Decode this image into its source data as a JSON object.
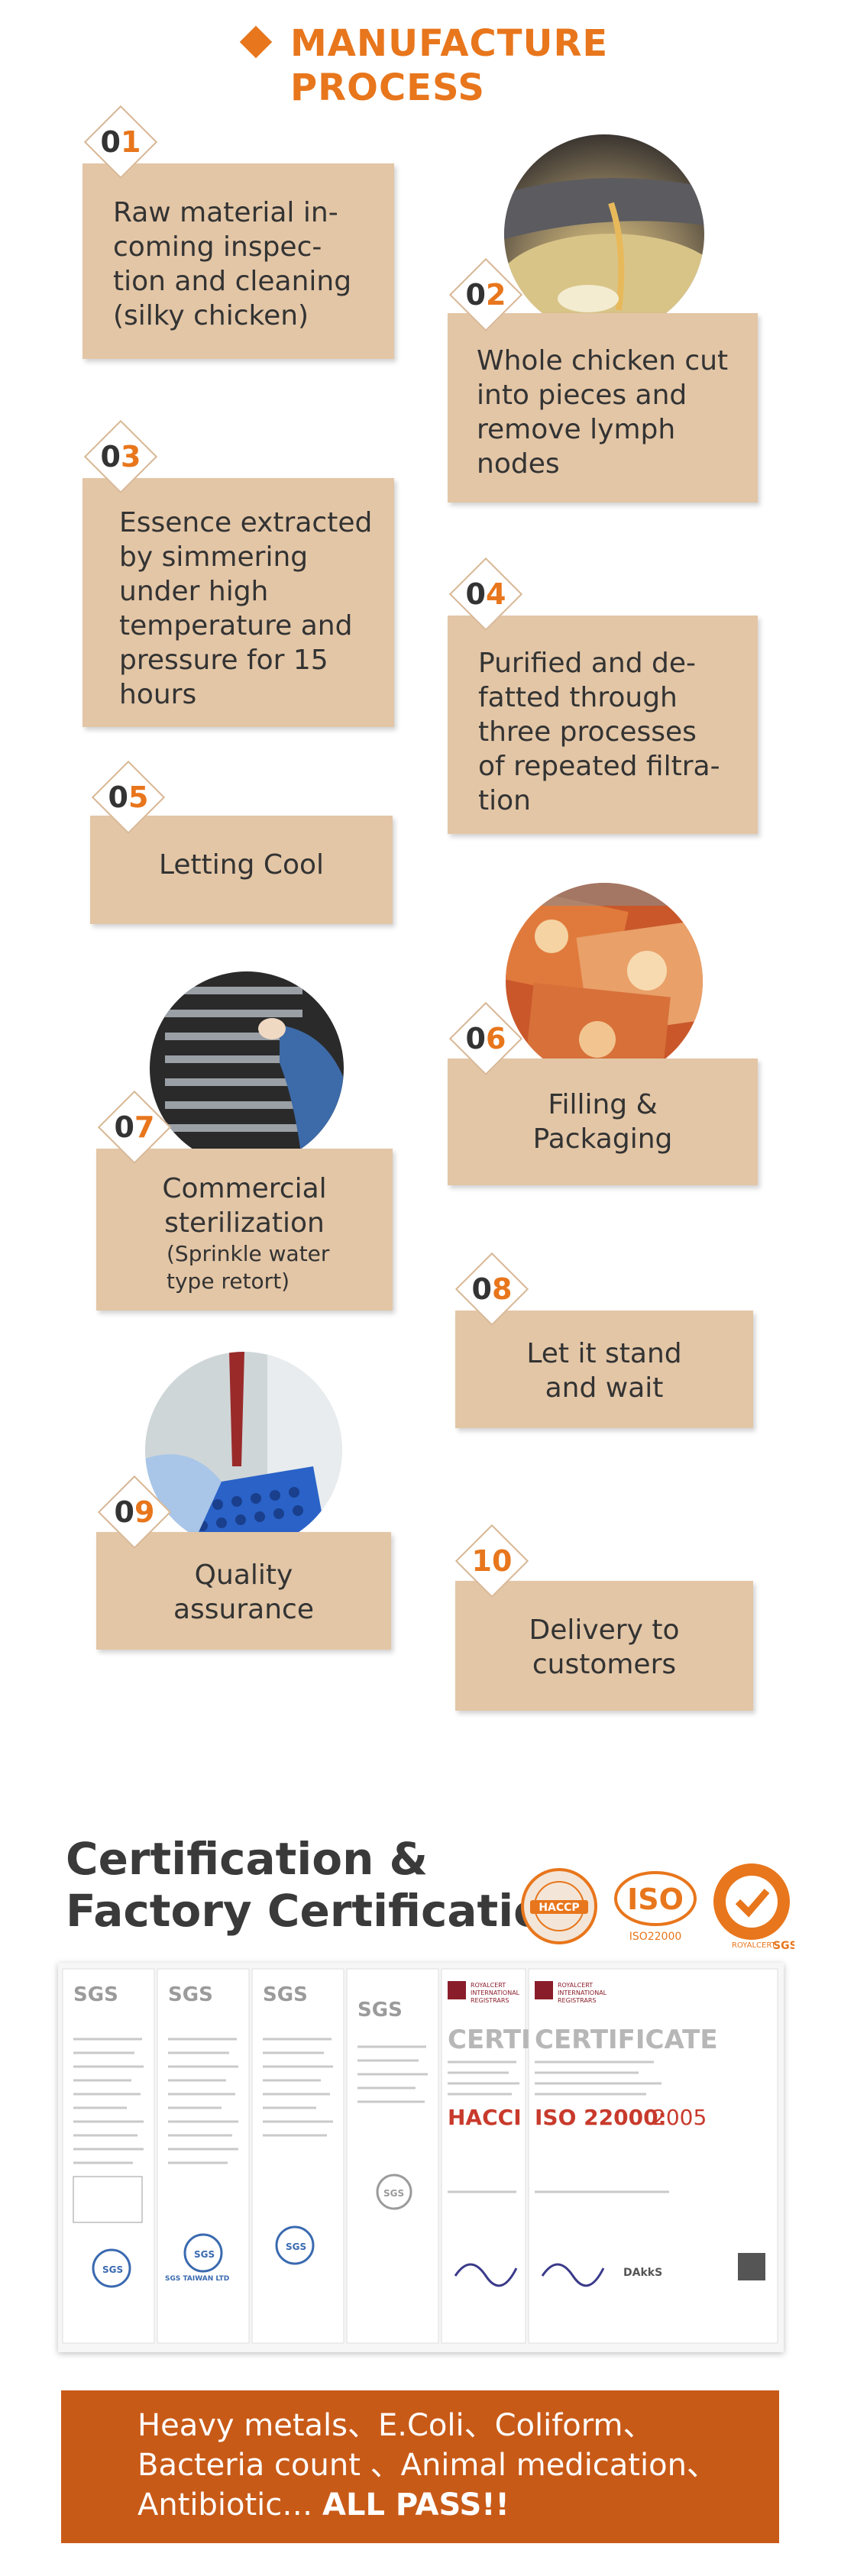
{
  "header": {
    "title_line1": "MANUFACTURE",
    "title_line2": "PROCESS"
  },
  "steps": [
    {
      "num_a": "0",
      "num_b": "1",
      "lines": [
        "Raw material in-",
        "coming inspec-",
        "tion and cleaning",
        "(silky chicken)"
      ]
    },
    {
      "num_a": "0",
      "num_b": "2",
      "lines": [
        "Whole chicken cut",
        "into pieces and",
        "remove lymph",
        "nodes"
      ]
    },
    {
      "num_a": "0",
      "num_b": "3",
      "lines": [
        "Essence extracted",
        "by simmering",
        "under high",
        "temperature and",
        "pressure for 15",
        "hours"
      ]
    },
    {
      "num_a": "0",
      "num_b": "4",
      "lines": [
        "Purified and de-",
        "fatted through",
        "three processes",
        "of repeated filtra-",
        "tion"
      ]
    },
    {
      "num_a": "0",
      "num_b": "5",
      "lines": [
        "Letting Cool"
      ]
    },
    {
      "num_a": "0",
      "num_b": "6",
      "lines": [
        "Filling &",
        "Packaging"
      ]
    },
    {
      "num_a": "0",
      "num_b": "7",
      "lines": [
        "Commercial",
        "sterilization"
      ],
      "sub_lines": [
        "(Sprinkle water",
        "type retort)"
      ]
    },
    {
      "num_a": "0",
      "num_b": "8",
      "lines": [
        "Let it stand",
        "and wait"
      ]
    },
    {
      "num_a": "0",
      "num_b": "9",
      "lines": [
        "Quality",
        "assurance"
      ]
    },
    {
      "num_a": "",
      "num_b": "10",
      "lines": [
        "Delivery to",
        "customers"
      ]
    }
  ],
  "certification": {
    "title_line1": "Certification &",
    "title_line2": "Factory Certification",
    "logos": {
      "haccp": "HACCP",
      "iso": "ISO",
      "iso_sub": "ISO22000",
      "sgs": "SGS",
      "royalcert": "ROYALCERT"
    },
    "docs": {
      "sgs": "SGS",
      "sgs_taiwan": "SGS TAIWAN LTD",
      "certi": "CERTI",
      "certificate": "CERTIFICATE",
      "hacci": "HACCI",
      "iso_standard_a": "ISO 22000:",
      "iso_standard_b": "2005",
      "royalcert_lines": [
        "ROYALCERT",
        "INTERNATIONAL",
        "REGISTRARS"
      ],
      "dakks": "DAkkS"
    }
  },
  "pass_banner": {
    "line1": "Heavy metals、E.Coli、Coliform、",
    "line2": "Bacteria count 、Animal medication、",
    "line3_a": "Antibiotic… ",
    "line3_b": "ALL PASS!!"
  },
  "colors": {
    "accent": "#e8761c",
    "card": "#e3c6a6",
    "banner": "#c85a18",
    "text": "#3a3a3a"
  }
}
